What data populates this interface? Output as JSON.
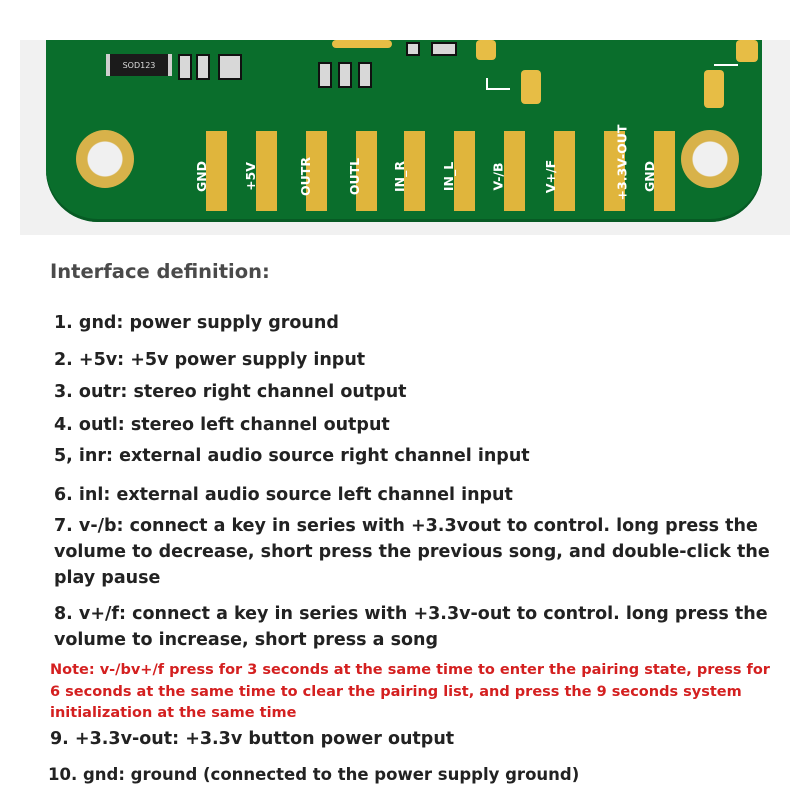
{
  "pcb": {
    "component_marking": "SOD123",
    "pins": [
      "GND",
      "+5V",
      "OUTR",
      "OUTL",
      "IN_R",
      "IN_L",
      "V-/B",
      "V+/F",
      "+3.3V-OUT",
      "GND"
    ]
  },
  "heading": "Interface definition:",
  "items": [
    "1. gnd: power supply ground",
    "2. +5v: +5v power supply input",
    "3. outr: stereo right channel output",
    "4. outl: stereo left channel output",
    "5, inr: external audio source right channel input",
    "6. inl: external audio source left channel input",
    "7. v-/b: connect a key in series with +3.3vout to control. long press the volume to decrease, short press the previous song, and double-click the play pause",
    "8. v+/f: connect a key in series with +3.3v-out to control. long press the volume to increase, short press a song"
  ],
  "note": "Note: v-/bv+/f press for 3 seconds at the same time to enter the pairing state, press for 6 seconds at the same time to clear the pairing list, and press the 9 seconds system initialization at the same time",
  "items_after_note": [
    "9. +3.3v-out: +3.3v button power output",
    "10. gnd: ground (connected to the power supply ground)"
  ],
  "colors": {
    "pcb": "#0a6e2c",
    "pad": "#e0b53c",
    "note": "#d42020"
  }
}
